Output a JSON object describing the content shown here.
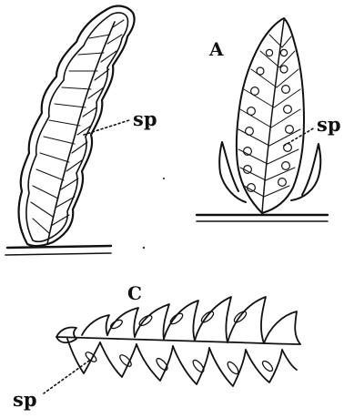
{
  "figure": {
    "labels": {
      "sp_left": "sp",
      "letter_a": "A",
      "sp_right": "sp",
      "letter_c": "C",
      "sp_bottom": "sp"
    },
    "ink_color": "#111111",
    "paper_color": "#ffffff"
  }
}
